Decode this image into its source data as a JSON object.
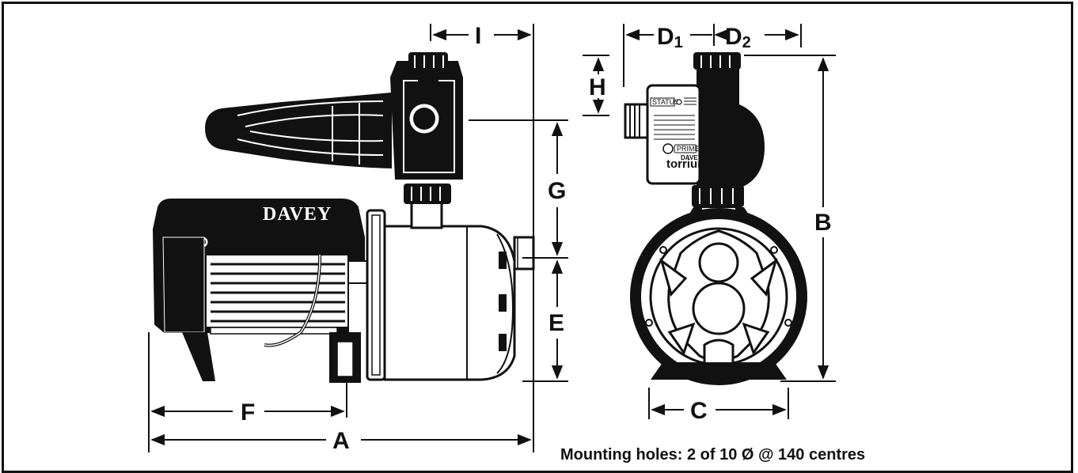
{
  "brand": {
    "motor_logo": "DAVEY",
    "controller_logo": "DAVEY",
    "controller_model": "torrium"
  },
  "controller": {
    "status_label": "STATUS",
    "prime_label": "PRIME"
  },
  "dimensions": {
    "A": "A",
    "B": "B",
    "C": "C",
    "D1_letter": "D",
    "D1_sub": "1",
    "D2_letter": "D",
    "D2_sub": "2",
    "E": "E",
    "F": "F",
    "G": "G",
    "H": "H",
    "I": "I"
  },
  "caption": "Mounting holes: 2 of 10 Ø @ 140 centres",
  "colors": {
    "ink": "#111111",
    "paper": "#ffffff"
  }
}
